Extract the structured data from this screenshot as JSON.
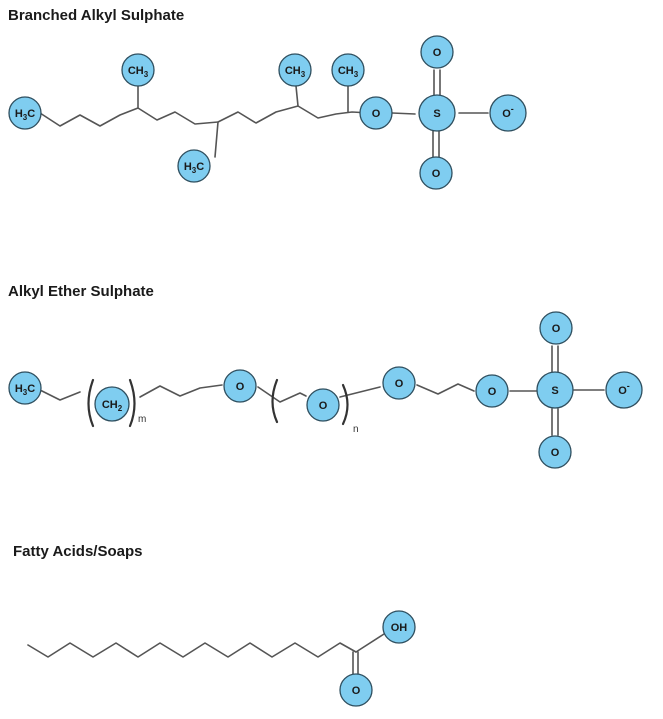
{
  "sections": [
    {
      "title": "Branched Alkyl Sulphate",
      "atoms": {
        "h3c": {
          "main": "H",
          "sub": "3",
          "tail": "C"
        },
        "ch3_1": {
          "main": "CH",
          "sub": "3"
        },
        "ch3_2": {
          "main": "CH",
          "sub": "3"
        },
        "ch3_3": {
          "main": "CH",
          "sub": "3"
        },
        "h3c_branch": {
          "main": "H",
          "sub": "3",
          "tail": "C"
        },
        "o_link": "O",
        "s": "S",
        "o_top": "O",
        "o_bottom": "O",
        "o_minus": "O",
        "o_minus_charge": "-"
      }
    },
    {
      "title": "Alkyl Ether Sulphate",
      "atoms": {
        "h3c": {
          "main": "H",
          "sub": "3",
          "tail": "C"
        },
        "ch2": {
          "main": "CH",
          "sub": "2"
        },
        "m": "m",
        "o_1": "O",
        "o_2": "O",
        "n": "n",
        "o_3": "O",
        "o_link": "O",
        "s": "S",
        "o_top": "O",
        "o_bottom": "O",
        "o_minus": "O",
        "o_minus_charge": "-"
      }
    },
    {
      "title": "Fatty Acids/Soaps",
      "atoms": {
        "oh": "OH",
        "o": "O"
      }
    }
  ]
}
